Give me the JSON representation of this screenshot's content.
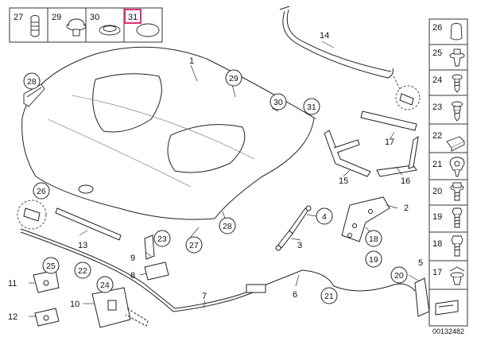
{
  "top_strip": {
    "parts": [
      {
        "number": "27",
        "icon": "grommet-icon"
      },
      {
        "number": "29",
        "icon": "mushroom-plug-icon"
      },
      {
        "number": "30",
        "icon": "flat-plug-icon"
      },
      {
        "number": "31",
        "icon": "round-sticker-icon",
        "highlighted": true
      }
    ],
    "highlight_color": "#e0307a"
  },
  "side_column": {
    "parts": [
      {
        "number": "26",
        "icon": "rubber-buffer-icon"
      },
      {
        "number": "25",
        "icon": "expanding-rivet-icon"
      },
      {
        "number": "24",
        "icon": "screw-icon"
      },
      {
        "number": "23",
        "icon": "screw-icon"
      },
      {
        "number": "22",
        "icon": "clip-nut-icon"
      },
      {
        "number": "21",
        "icon": "cable-clip-icon"
      },
      {
        "number": "20",
        "icon": "hex-bolt-icon"
      },
      {
        "number": "19",
        "icon": "hex-bolt-icon"
      },
      {
        "number": "18",
        "icon": "hex-bolt-icon"
      },
      {
        "number": "17",
        "icon": "spreader-rivet-icon"
      }
    ]
  },
  "diagram": {
    "plain_labels": [
      "1",
      "2",
      "3",
      "4",
      "5",
      "6",
      "7",
      "8",
      "9",
      "10",
      "11",
      "12",
      "13",
      "14",
      "15",
      "16",
      "17"
    ],
    "circled_labels": [
      "18",
      "19",
      "20",
      "21",
      "22",
      "23",
      "24",
      "25",
      "26",
      "27",
      "28",
      "29",
      "30",
      "31"
    ]
  },
  "catalog_number": "00132482"
}
